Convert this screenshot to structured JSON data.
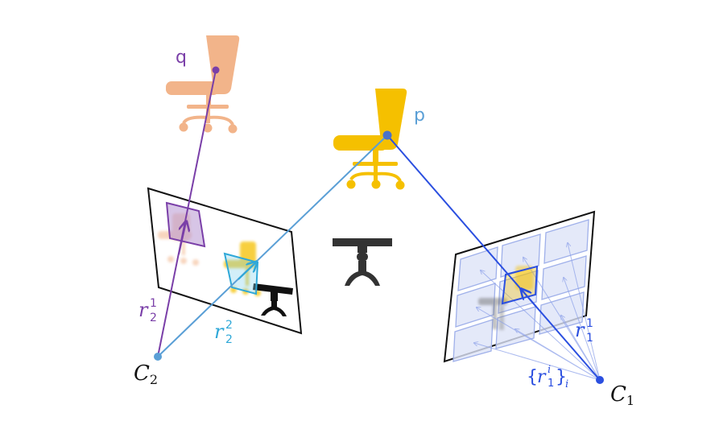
{
  "colors": {
    "purple": "#7a3fa8",
    "light_blue": "#5a9fd6",
    "cyan": "#2fa8d8",
    "blue": "#2b4fe0",
    "chair_orange": "#f2b48a",
    "chair_yellow": "#f5c000",
    "table_dark": "#333333"
  },
  "labels": {
    "q": "q",
    "p": "p",
    "c2": {
      "base": "C",
      "sub": "2"
    },
    "c1": {
      "base": "C",
      "sub": "1"
    },
    "r21": {
      "base": "r",
      "sup": "1",
      "sub": "2"
    },
    "r22": {
      "base": "r",
      "sup": "2",
      "sub": "2"
    },
    "r11": {
      "base": "r",
      "sup": "1",
      "sub": "1"
    },
    "r1i_set": {
      "open": "{",
      "base": "r",
      "sup": "i",
      "sub": "1",
      "close": "}",
      "outer_sub": "i"
    }
  },
  "icons": {
    "chair_q": "office-chair-icon",
    "chair_p": "office-chair-icon",
    "table": "pedestal-table-icon"
  }
}
